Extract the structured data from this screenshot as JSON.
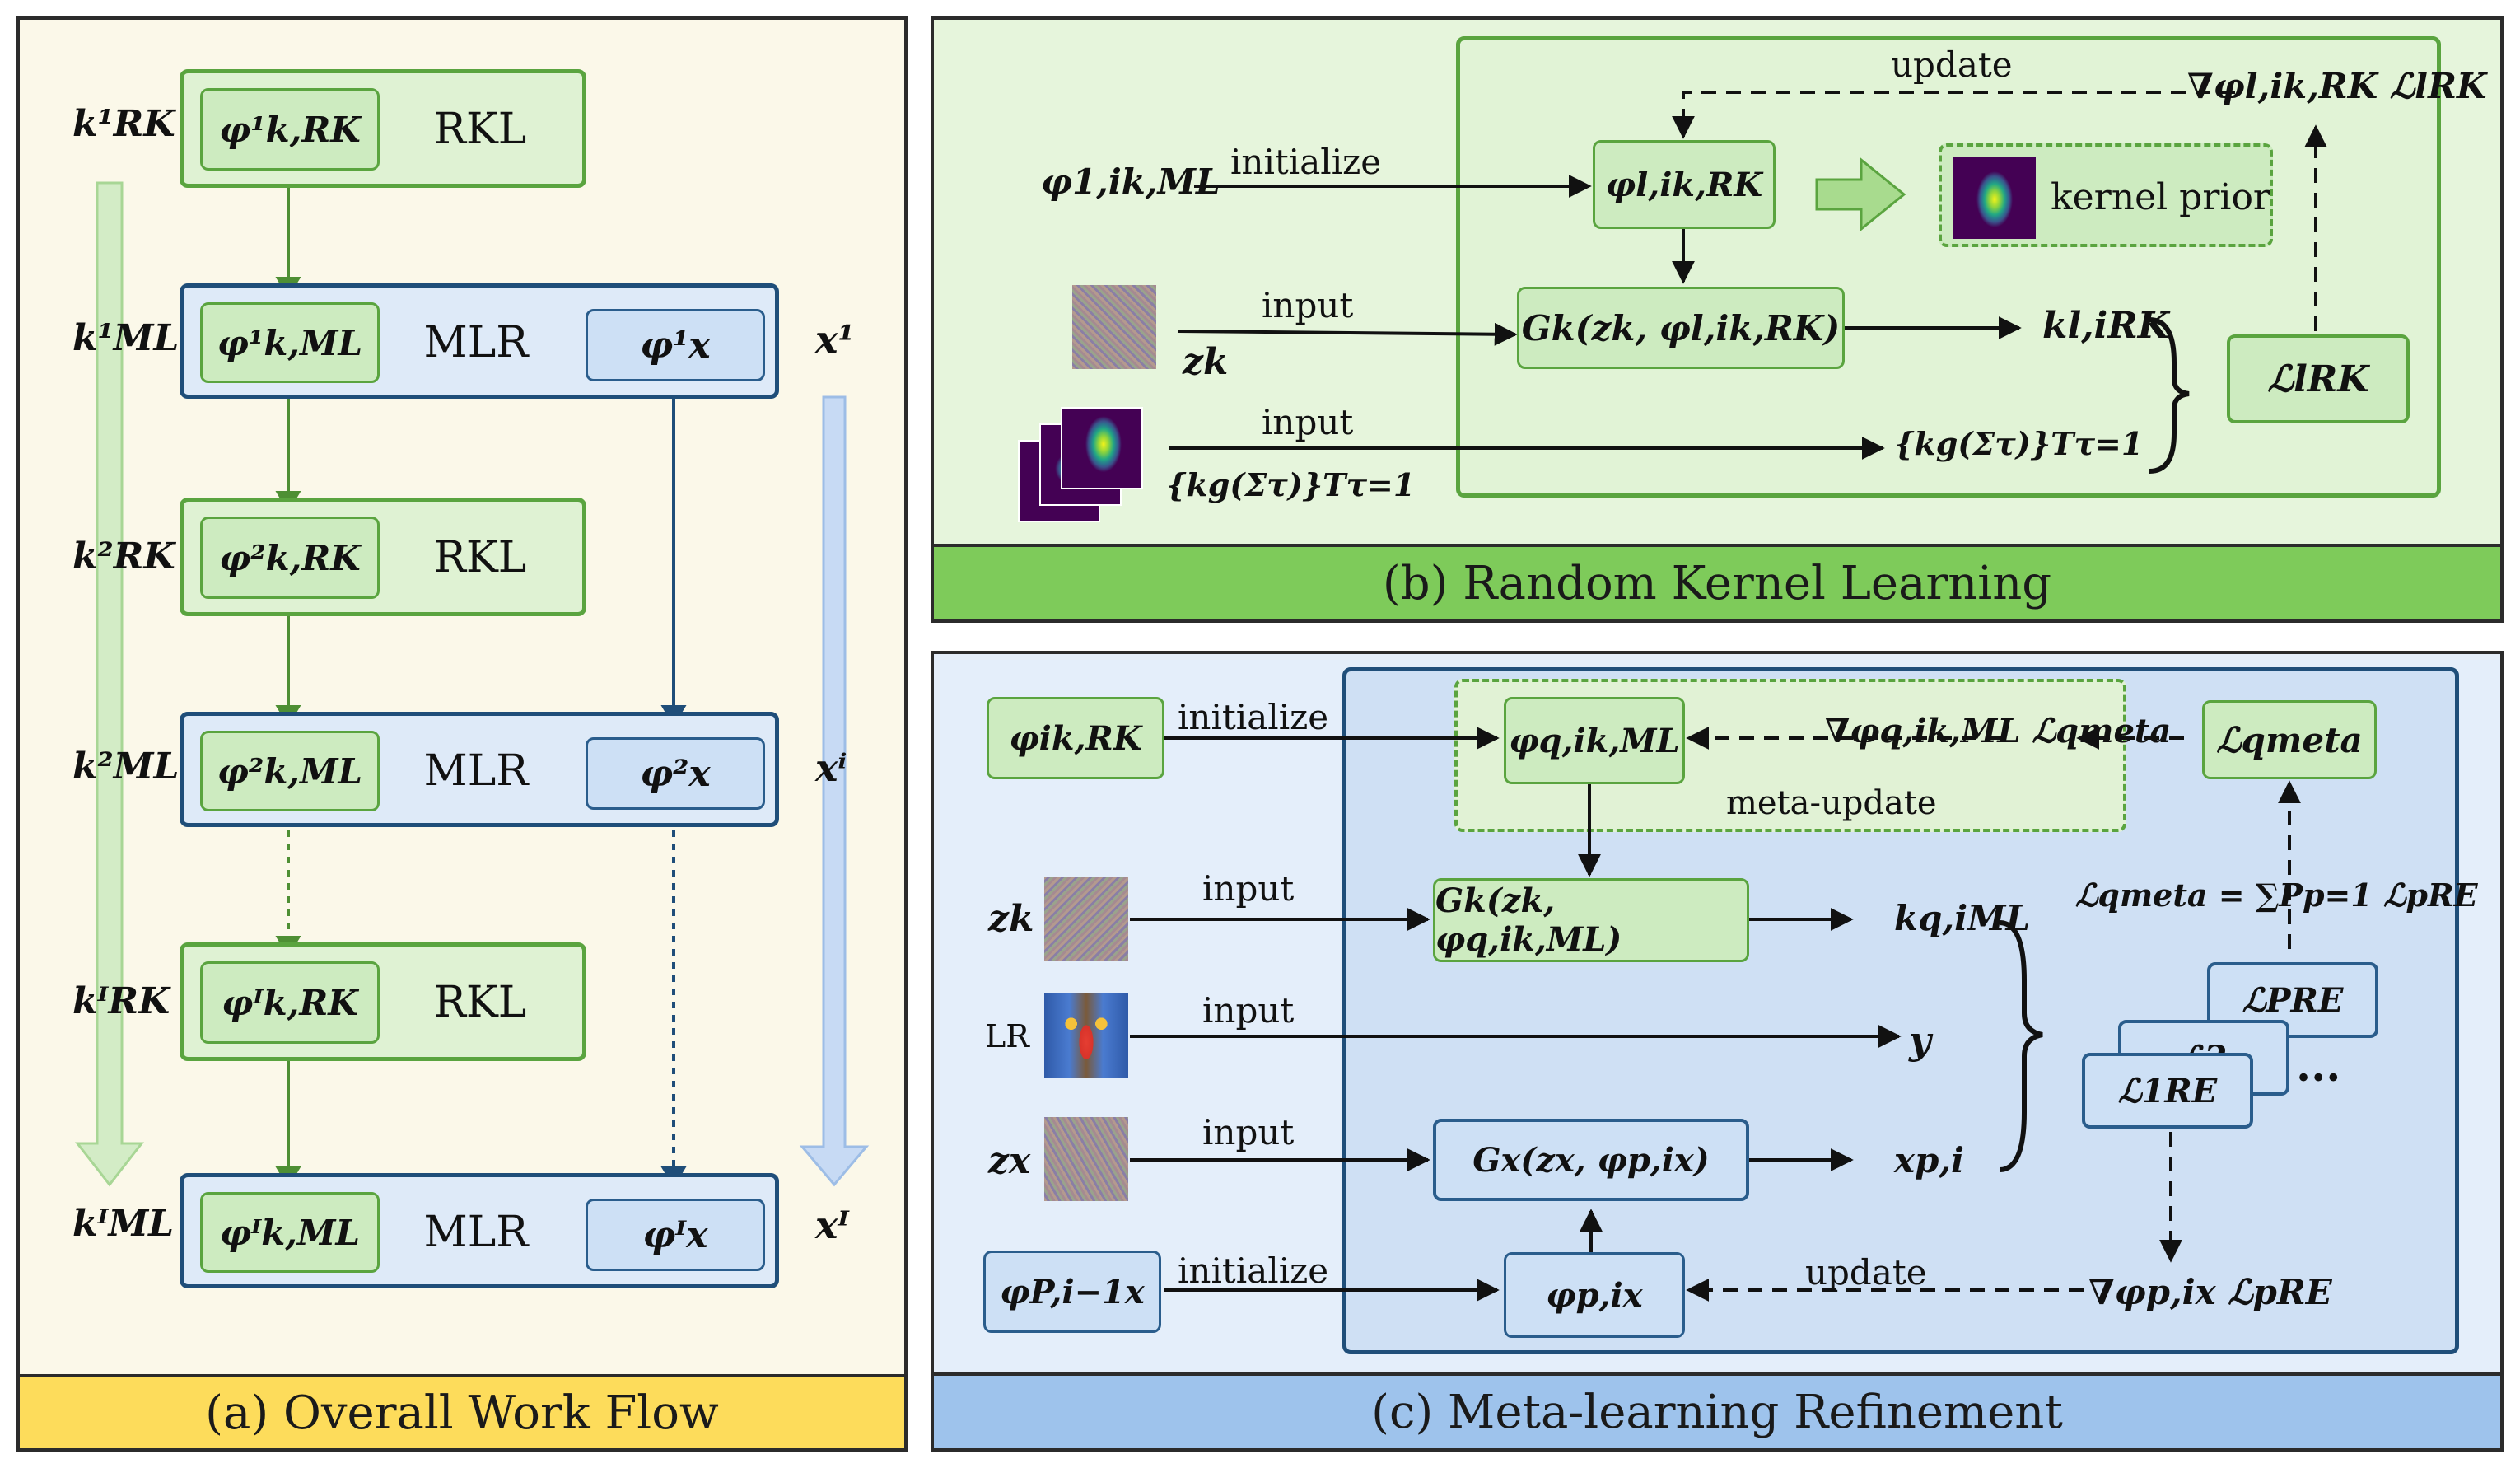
{
  "panels": {
    "a": {
      "caption": "(a) Overall Work Flow"
    },
    "b": {
      "caption": "(b) Random Kernel Learning"
    },
    "c": {
      "caption": "(c) Meta-learning Refinement"
    }
  },
  "colors": {
    "panel_a_bg": "#fbf8e9",
    "panel_a_caption": "#fddc5b",
    "panel_b_bg": "#e6f5dc",
    "panel_b_caption": "#7ecb5a",
    "panel_c_bg": "#e4eefa",
    "panel_c_caption": "#9ec3ec",
    "green_stroke": "#5aa43f",
    "blue_stroke": "#1f4e79"
  },
  "workflow": {
    "rkl": "RKL",
    "mlr": "MLR",
    "left_labels": [
      "k¹RK",
      "k¹ML",
      "k²RK",
      "k²ML",
      "kᴵRK",
      "kᴵML"
    ],
    "right_labels": [
      "x¹",
      "xⁱ",
      "xᴵ"
    ],
    "phi_k": [
      "φ¹k,RK",
      "φ¹k,ML",
      "φ²k,RK",
      "φ²k,ML",
      "φᴵk,RK",
      "φᴵk,ML"
    ],
    "phi_x": [
      "φ¹x",
      "φ²x",
      "φᴵx"
    ]
  },
  "rkl": {
    "update": "update",
    "initialize": "initialize",
    "input1": "input",
    "input2": "input",
    "kernel_prior": "kernel prior",
    "phi_ml": "φ1,ik,ML",
    "phi_rk": "φl,ik,RK",
    "generator": "Gk(zk, φl,ik,RK)",
    "k_rk": "kl,iRK",
    "loss": "ℒlRK",
    "grad": "∇φl,ik,RK ℒlRK",
    "zk": "zk",
    "kg_left": "{kg(Στ)}Tτ=1",
    "kg_right": "{kg(Στ)}Tτ=1"
  },
  "mlr_panel": {
    "initialize_top": "initialize",
    "initialize_bottom": "initialize",
    "input_zk": "input",
    "input_lr": "input",
    "input_zx": "input",
    "update": "update",
    "meta_update": "meta-update",
    "lr_label": "LR",
    "phi_rk_i": "φik,RK",
    "phi_ml_q": "φq,ik,ML",
    "grad_meta": "∇φq,ik,ML ℒqmeta",
    "loss_meta": "ℒqmeta",
    "sum_eq": "ℒqmeta = ∑Pp=1 ℒpRE",
    "gk": "Gk(zk, φq,ik,ML)",
    "k_ml": "kq,iML",
    "y": "y",
    "gx": "Gx(zx, φp,ix)",
    "x_p": "xp,i",
    "loss_re_1": "ℒ1RE",
    "loss_re_2": "ℒ2",
    "loss_re_p": "ℒPRE",
    "dots": "...",
    "phi_x_prev": "φP,i−1x",
    "phi_x_p": "φp,ix",
    "grad_re": "∇φp,ix ℒpRE",
    "zk": "zk",
    "zx": "zx"
  }
}
